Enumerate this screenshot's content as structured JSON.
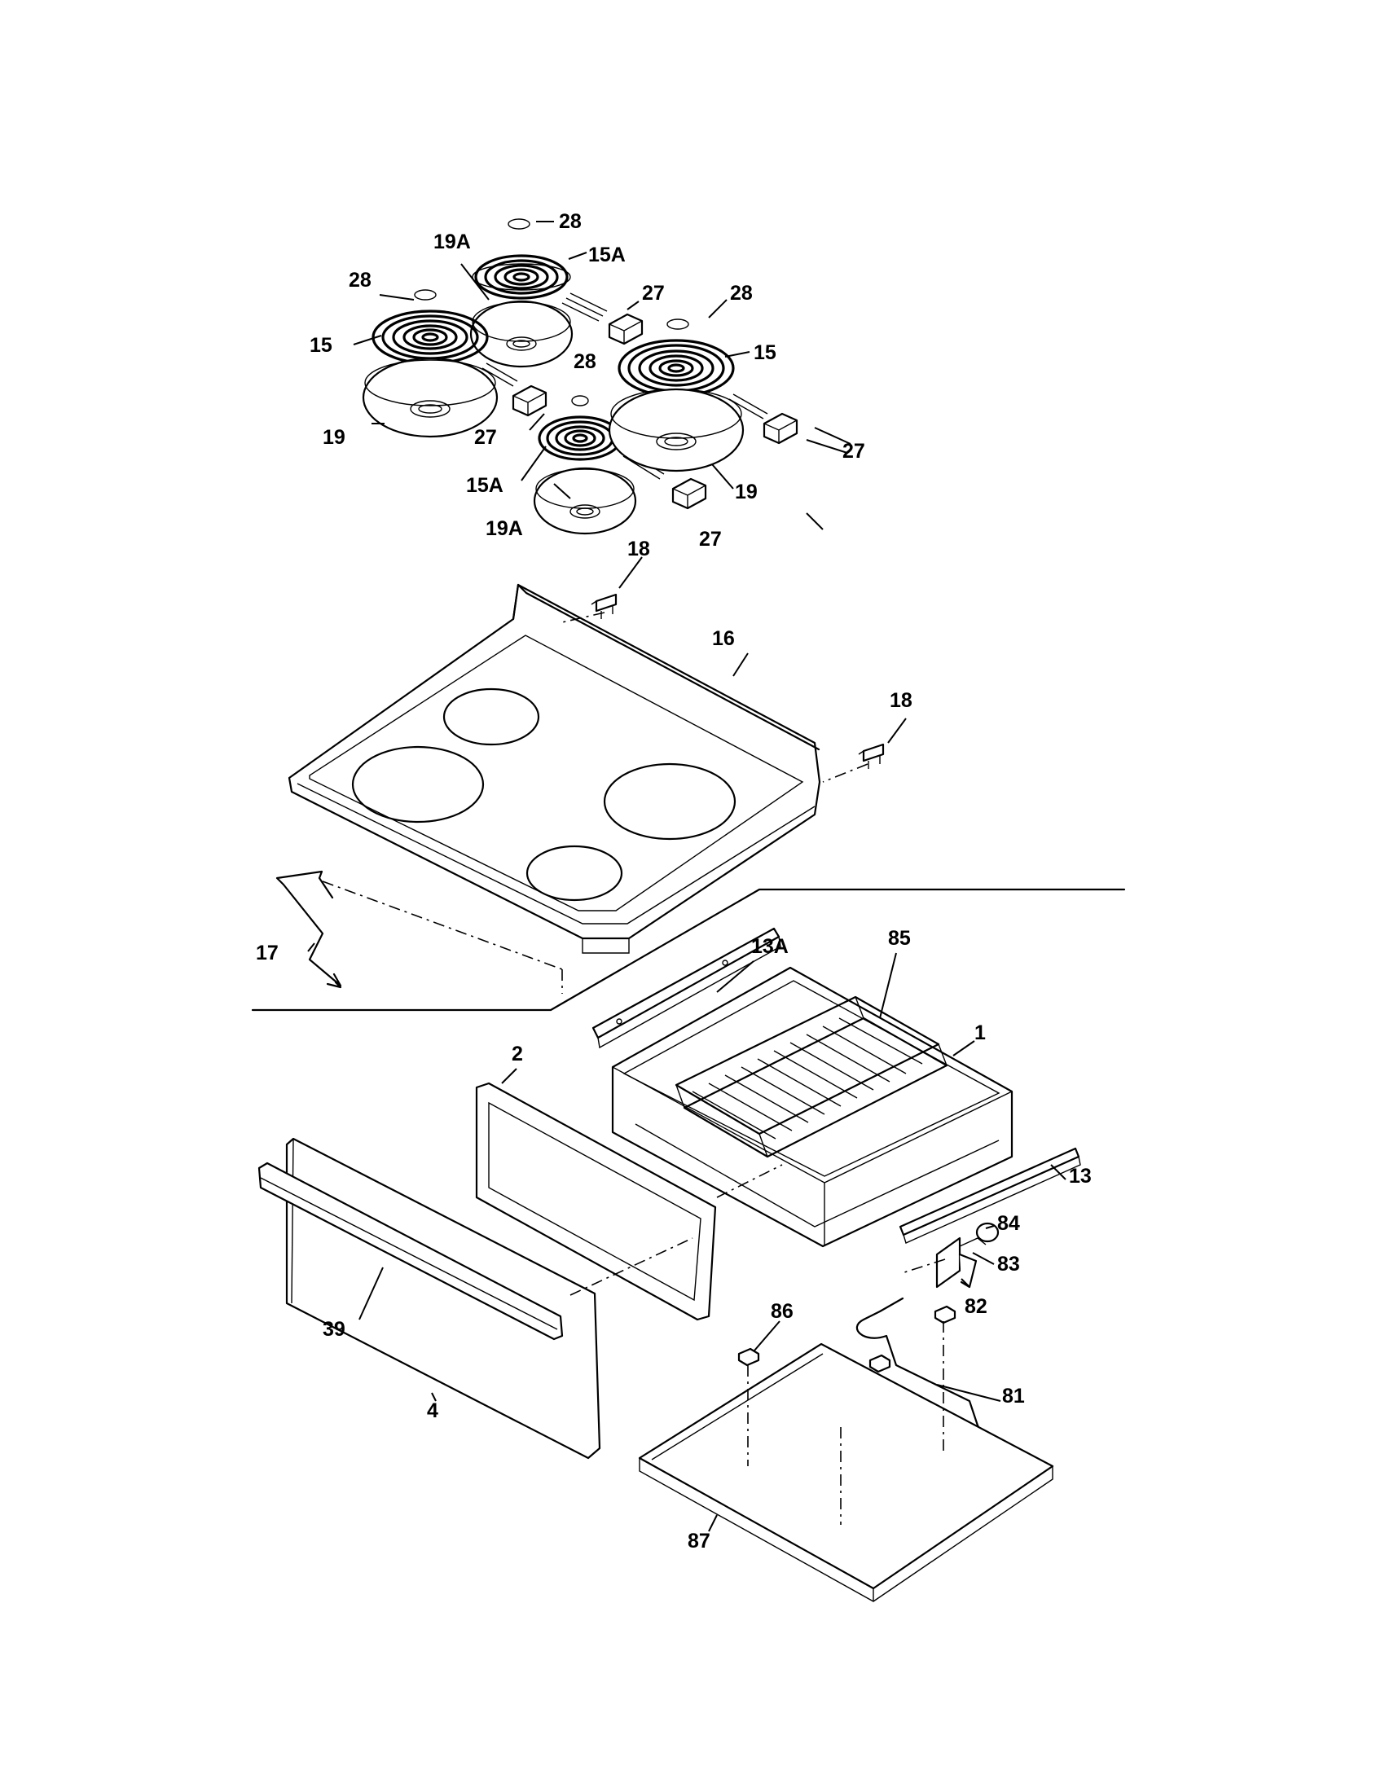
{
  "parts": {
    "p28a": "28",
    "p28b": "28",
    "p28c": "28",
    "p28d": "28",
    "p15a_top": "15A",
    "p15a_bot": "15A",
    "p15_left": "15",
    "p15_right": "15",
    "p19a_top": "19A",
    "p19a_bot": "19A",
    "p19_left": "19",
    "p19_right": "19",
    "p27a": "27",
    "p27b": "27",
    "p27c": "27",
    "p27d": "27",
    "p18a": "18",
    "p18b": "18",
    "p16": "16",
    "p17": "17",
    "p13a": "13A",
    "p13": "13",
    "p85": "85",
    "p1": "1",
    "p2": "2",
    "p39": "39",
    "p4": "4",
    "p84": "84",
    "p83": "83",
    "p82": "82",
    "p86": "86",
    "p81": "81",
    "p87": "87"
  }
}
